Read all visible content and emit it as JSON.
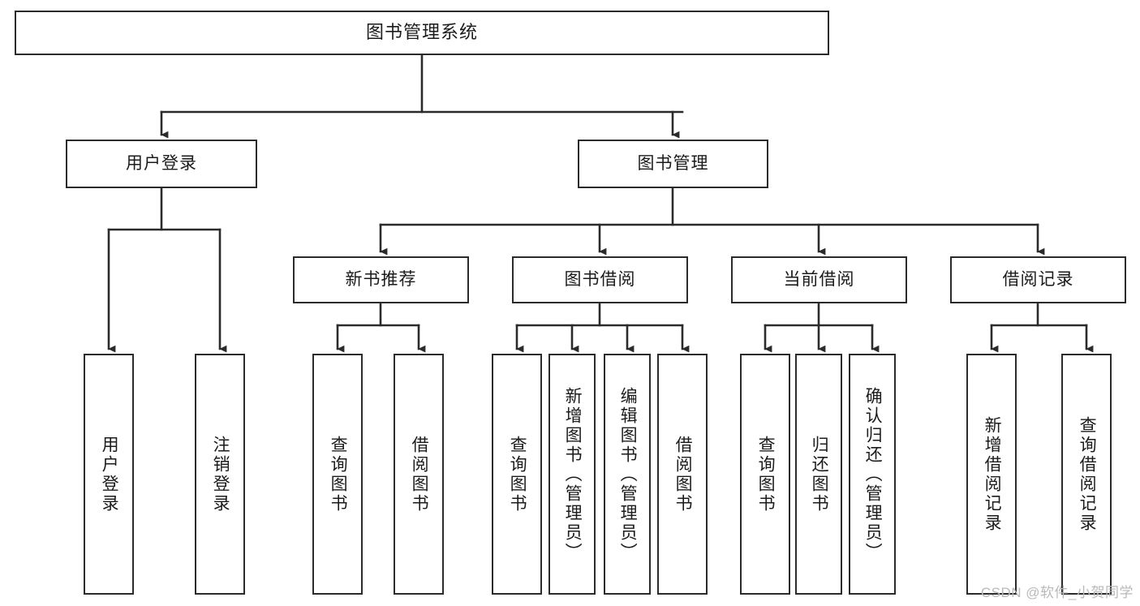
{
  "diagram": {
    "type": "tree",
    "title": "图书管理系统",
    "root": {
      "id": "root",
      "label": "图书管理系统",
      "orientation": "horizontal"
    },
    "level1": [
      {
        "id": "user-login",
        "label": "用户登录",
        "orientation": "horizontal"
      },
      {
        "id": "book-manage",
        "label": "图书管理",
        "orientation": "horizontal"
      }
    ],
    "level2": [
      {
        "id": "new-book-recommend",
        "label": "新书推荐",
        "orientation": "horizontal",
        "parent": "book-manage"
      },
      {
        "id": "book-borrow",
        "label": "图书借阅",
        "orientation": "horizontal",
        "parent": "book-manage"
      },
      {
        "id": "current-borrow",
        "label": "当前借阅",
        "orientation": "horizontal",
        "parent": "book-manage"
      },
      {
        "id": "borrow-record",
        "label": "借阅记录",
        "orientation": "horizontal",
        "parent": "book-manage"
      }
    ],
    "leaves": [
      {
        "id": "leaf-user-login",
        "label": "用户登录",
        "orientation": "vertical",
        "parent": "user-login"
      },
      {
        "id": "leaf-logout",
        "label": "注销登录",
        "orientation": "vertical",
        "parent": "user-login"
      },
      {
        "id": "leaf-query-book-1",
        "label": "查询图书",
        "orientation": "vertical",
        "parent": "new-book-recommend"
      },
      {
        "id": "leaf-borrow-book-1",
        "label": "借阅图书",
        "orientation": "vertical",
        "parent": "new-book-recommend"
      },
      {
        "id": "leaf-query-book-2",
        "label": "查询图书",
        "orientation": "vertical",
        "parent": "book-borrow"
      },
      {
        "id": "leaf-add-book",
        "label": "新增图书（管理员）",
        "orientation": "vertical",
        "parent": "book-borrow"
      },
      {
        "id": "leaf-edit-book",
        "label": "编辑图书（管理员）",
        "orientation": "vertical",
        "parent": "book-borrow"
      },
      {
        "id": "leaf-borrow-book-2",
        "label": "借阅图书",
        "orientation": "vertical",
        "parent": "book-borrow"
      },
      {
        "id": "leaf-query-book-3",
        "label": "查询图书",
        "orientation": "vertical",
        "parent": "current-borrow"
      },
      {
        "id": "leaf-return-book",
        "label": "归还图书",
        "orientation": "vertical",
        "parent": "current-borrow"
      },
      {
        "id": "leaf-confirm-return",
        "label": "确认归还（管理员）",
        "orientation": "vertical",
        "parent": "current-borrow"
      },
      {
        "id": "leaf-add-record",
        "label": "新增借阅记录",
        "orientation": "vertical",
        "parent": "borrow-record"
      },
      {
        "id": "leaf-query-record",
        "label": "查询借阅记录",
        "orientation": "vertical",
        "parent": "borrow-record"
      }
    ],
    "colors": {
      "stroke": "#2b2b2b",
      "fill": "#ffffff",
      "text": "#1b1b1b",
      "watermark": "#b9b9b9"
    }
  },
  "watermark": {
    "text": "CSDN @软件_小贺同学"
  }
}
